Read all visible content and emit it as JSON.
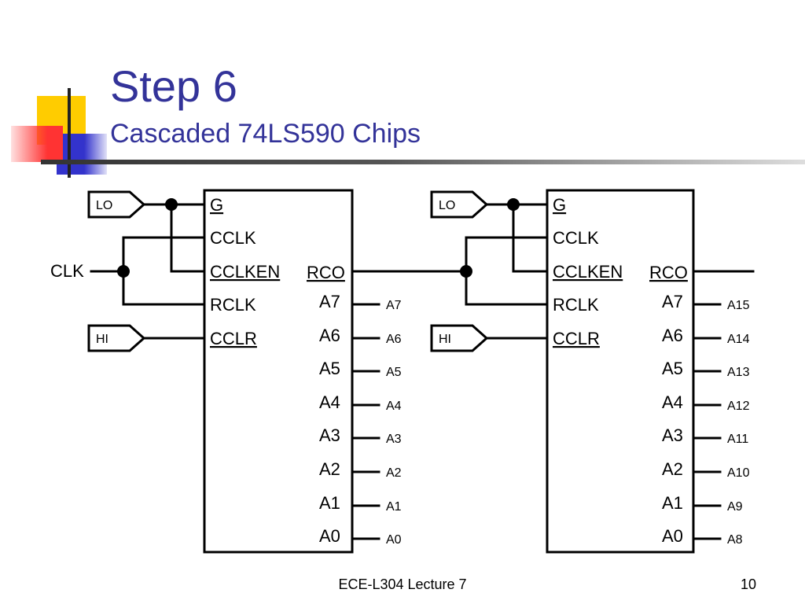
{
  "slide": {
    "title": "Step 6",
    "subtitle": "Cascaded 74LS590 Chips",
    "footer": "ECE-L304 Lecture 7",
    "page_number": "10"
  },
  "diagram": {
    "clock_label": "CLK",
    "chips": [
      {
        "inputs": [
          {
            "label": "G",
            "overline": true
          },
          {
            "label": "CCLK",
            "overline": false
          },
          {
            "label": "CCLKEN",
            "overline": true
          },
          {
            "label": "RCLK",
            "overline": false
          },
          {
            "label": "CCLR",
            "overline": true
          }
        ],
        "rco": {
          "label": "RCO",
          "overline": true
        },
        "outputs": [
          "A7",
          "A6",
          "A5",
          "A4",
          "A3",
          "A2",
          "A1",
          "A0"
        ],
        "signals": [
          "A7",
          "A6",
          "A5",
          "A4",
          "A3",
          "A2",
          "A1",
          "A0"
        ],
        "tags": [
          {
            "label": "LO",
            "pin": "G"
          },
          {
            "label": "HI",
            "pin": "CCLR"
          }
        ]
      },
      {
        "inputs": [
          {
            "label": "G",
            "overline": true
          },
          {
            "label": "CCLK",
            "overline": false
          },
          {
            "label": "CCLKEN",
            "overline": true
          },
          {
            "label": "RCLK",
            "overline": false
          },
          {
            "label": "CCLR",
            "overline": true
          }
        ],
        "rco": {
          "label": "RCO",
          "overline": true
        },
        "outputs": [
          "A7",
          "A6",
          "A5",
          "A4",
          "A3",
          "A2",
          "A1",
          "A0"
        ],
        "signals": [
          "A15",
          "A14",
          "A13",
          "A12",
          "A11",
          "A10",
          "A9",
          "A8"
        ],
        "tags": [
          {
            "label": "LO",
            "pin": "G"
          },
          {
            "label": "HI",
            "pin": "CCLR"
          }
        ]
      }
    ]
  },
  "colors": {
    "title": "#333399",
    "deco_yellow": "#ffcc00",
    "deco_blue": "#3333cc",
    "deco_red": "#ff3333",
    "wire": "#000000"
  }
}
